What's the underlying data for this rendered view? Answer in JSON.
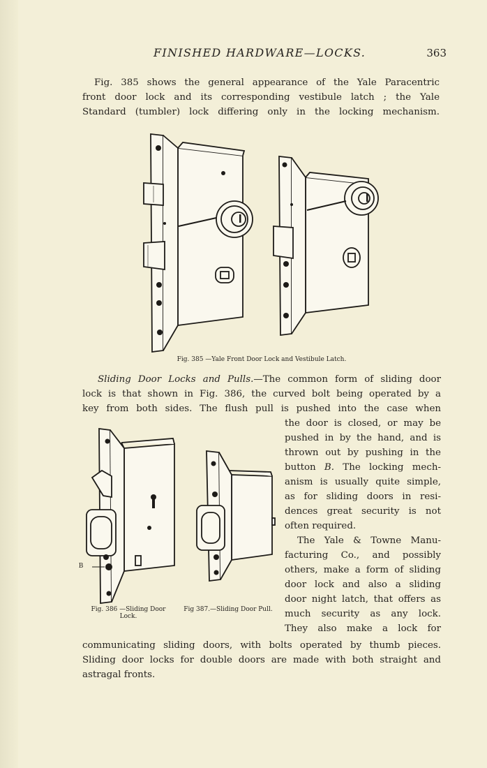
{
  "header": {
    "running_title": "FINISHED HARDWARE—LOCKS.",
    "page_number": "363"
  },
  "para1": [
    "Fig. 385 shows the general appearance of the Yale Paracentric",
    "front door lock and its corresponding vestibule latch ; the Yale",
    "Standard (tumbler) lock differing only in the locking mechanism."
  ],
  "fig385": {
    "caption": "Fig. 385 —Yale Front Door Lock and Vestibule Latch."
  },
  "para2": {
    "heading": "Sliding Door Locks and Pulls.",
    "line1_rest": "—The common form of sliding door",
    "lines": [
      "lock is that shown in Fig. 386, the curved bolt being operated by a",
      "key from both sides.   The flush pull is pushed into the case when"
    ],
    "narrow_lines": [
      "the door is closed, or may be",
      "pushed in by the hand, and is",
      "thrown out by pushing in the",
      "button",
      "anism is usually quite simple,",
      "as for sliding doors in resi-",
      "dences great security is not",
      "often required."
    ],
    "button_letter": "B.",
    "button_rest": "  The locking mech-"
  },
  "para3": {
    "narrow_lines": [
      "The Yale & Towne Manu-",
      "facturing Co., and possibly",
      "others, make a form of sliding",
      "door lock and also a sliding",
      "door night latch, that offers as",
      "much security as any lock.",
      "They also make a lock for"
    ],
    "lines": [
      "communicating sliding doors, with bolts operated by thumb pieces.",
      "Sliding door locks for double doors are made with both straight and",
      "astragal fronts."
    ]
  },
  "fig386": {
    "caption": "Fig. 386 —Sliding Door Lock.",
    "label_b": "B"
  },
  "fig387": {
    "caption": "Fig 387.—Sliding Door Pull."
  }
}
